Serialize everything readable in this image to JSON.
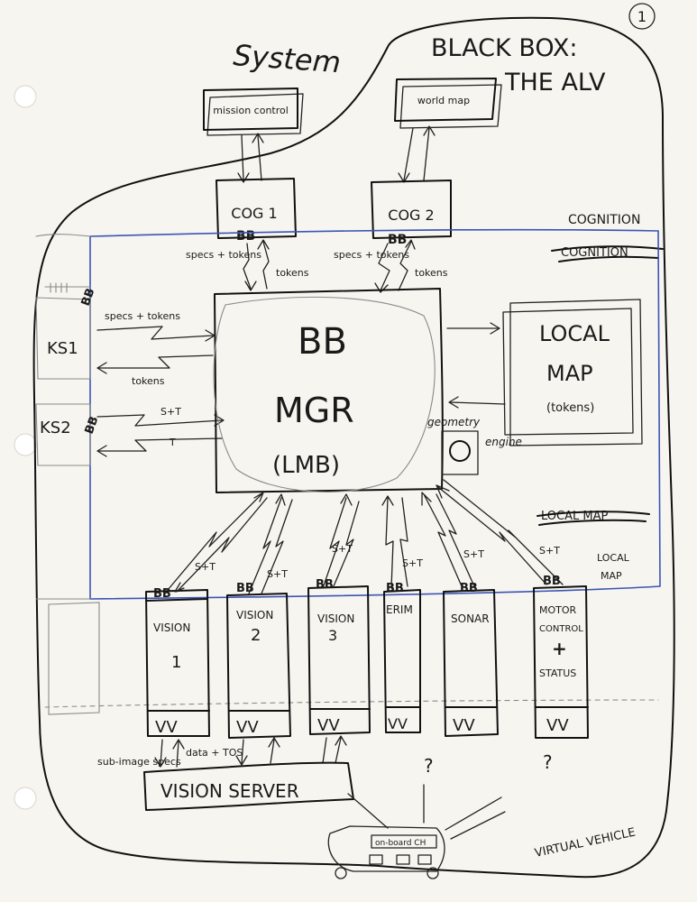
{
  "page_number": "1",
  "title_system": "System",
  "title_black_box": "BLACK BOX:",
  "title_alv": "THE ALV",
  "modules": {
    "mission_control": "mission control",
    "world_map": "world map",
    "cog1": "COG 1",
    "cog2": "COG 2",
    "cognition_label": "COGNITION",
    "cognition_struck": "COGNITION",
    "ks1": "KS1",
    "ks2": "KS2",
    "bb_mgr_line1": "BB",
    "bb_mgr_line2": "MGR",
    "bb_mgr_line3": "(LMB)",
    "local_map_line1": "LOCAL",
    "local_map_line2": "MAP",
    "local_map_line3": "(tokens)",
    "geometry_engine_line1": "geometry",
    "geometry_engine_line2": "engine",
    "local_map_right_line1": "LOCAL",
    "local_map_right_line2": "MAP",
    "local_map_struck": "LOCAL MAP"
  },
  "bb_tag": "BB",
  "flow_labels": {
    "specs_tokens_1": "specs + tokens",
    "tokens_1": "tokens",
    "specs_tokens_2": "specs + tokens",
    "tokens_2": "tokens",
    "ks1_specs_tokens": "specs + tokens",
    "ks1_tokens": "tokens",
    "ks2_st": "S+T",
    "ks2_t": "T",
    "st": "S+T"
  },
  "columns": [
    {
      "name": "VISION 1",
      "top": "VISION",
      "bottom": "1"
    },
    {
      "name": "VISION 2",
      "top": "VISION",
      "bottom": "2"
    },
    {
      "name": "VISION 3",
      "top": "VISION",
      "bottom": "3"
    },
    {
      "name": "ERIM",
      "top": "ERIM",
      "bottom": ""
    },
    {
      "name": "SONAR",
      "top": "SONAR",
      "bottom": ""
    },
    {
      "name": "MOTOR CONTROL + STATUS",
      "top": "MOTOR",
      "mid": "CONTROL",
      "plus": "+",
      "bottom": "STATUS"
    }
  ],
  "vv_tag": "VV",
  "vision_server": "VISION SERVER",
  "sub_image_specs": "sub-image specs",
  "data_tos": "data + TOS",
  "question_mark": "?",
  "onboard": "on-board CH",
  "virtual_vehicle": "VIRTUAL VEHICLE"
}
